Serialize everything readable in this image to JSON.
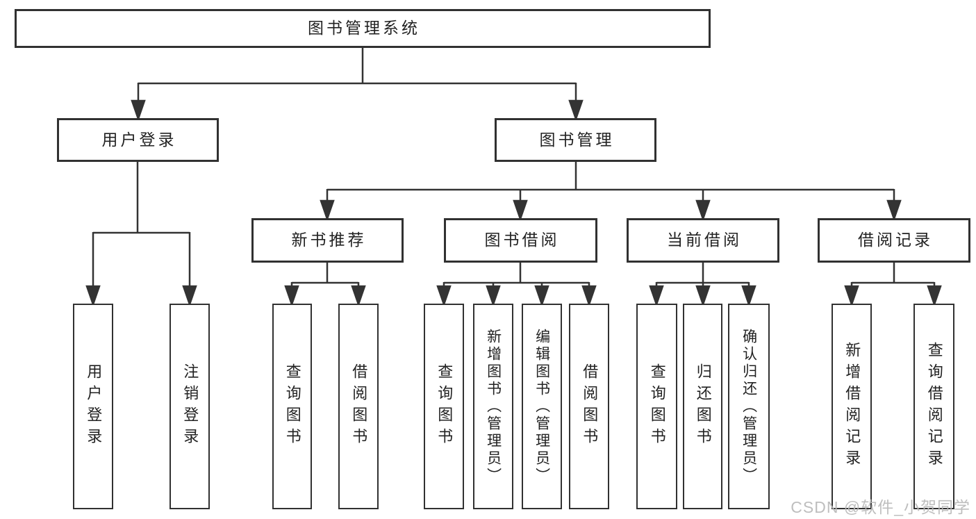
{
  "tree": {
    "root": {
      "label": "图书管理系统"
    },
    "branches": [
      {
        "label": "用户登录",
        "children": [
          {
            "label": "用户登录"
          },
          {
            "label": "注销登录"
          }
        ]
      },
      {
        "label": "图书管理",
        "children": [
          {
            "label": "新书推荐",
            "children": [
              {
                "label": "查询图书"
              },
              {
                "label": "借阅图书"
              }
            ]
          },
          {
            "label": "图书借阅",
            "children": [
              {
                "label": "查询图书"
              },
              {
                "label": "新增图书（管理员）"
              },
              {
                "label": "编辑图书（管理员）"
              },
              {
                "label": "借阅图书"
              }
            ]
          },
          {
            "label": "当前借阅",
            "children": [
              {
                "label": "查询图书"
              },
              {
                "label": "归还图书"
              },
              {
                "label": "确认归还（管理员）"
              }
            ]
          },
          {
            "label": "借阅记录",
            "children": [
              {
                "label": "新增借阅记录"
              },
              {
                "label": "查询借阅记录"
              }
            ]
          }
        ]
      }
    ]
  },
  "watermark": {
    "text": "CSDN @软件_小贺同学"
  },
  "colors": {
    "line": "#333333",
    "box_border": "#313131",
    "box_fill": "#ffffff",
    "text": "#222222",
    "watermark": "#b9b9b9",
    "background": "#ffffff"
  }
}
